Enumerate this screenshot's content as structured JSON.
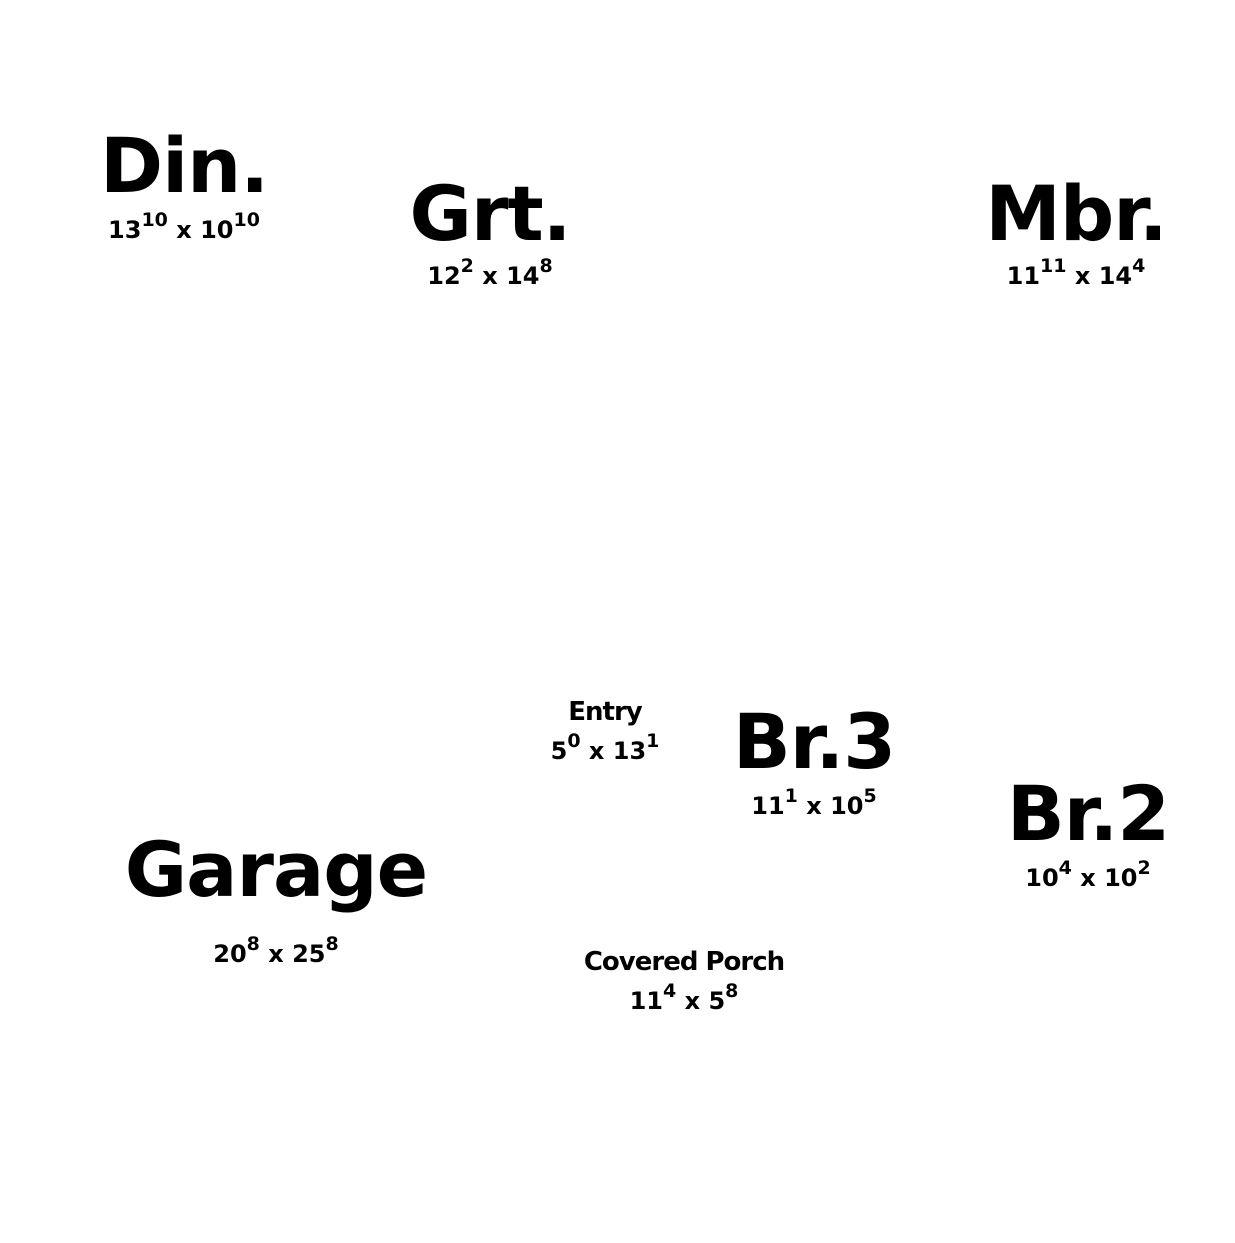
{
  "rooms": {
    "din": {
      "name": "Din.",
      "w_ft": "13",
      "w_in": "10",
      "x": "x",
      "l_ft": "10",
      "l_in": "10"
    },
    "grt": {
      "name": "Grt.",
      "w_ft": "12",
      "w_in": "2",
      "x": "x",
      "l_ft": "14",
      "l_in": "8"
    },
    "mbr": {
      "name": "Mbr.",
      "w_ft": "11",
      "w_in": "11",
      "x": "x",
      "l_ft": "14",
      "l_in": "4"
    },
    "entry": {
      "name": "Entry",
      "w_ft": "5",
      "w_in": "0",
      "x": "x",
      "l_ft": "13",
      "l_in": "1"
    },
    "br3": {
      "name": "Br.3",
      "w_ft": "11",
      "w_in": "1",
      "x": "x",
      "l_ft": "10",
      "l_in": "5"
    },
    "br2": {
      "name": "Br.2",
      "w_ft": "10",
      "w_in": "4",
      "x": "x",
      "l_ft": "10",
      "l_in": "2"
    },
    "garage": {
      "name": "Garage",
      "w_ft": "20",
      "w_in": "8",
      "x": "x",
      "l_ft": "25",
      "l_in": "8"
    },
    "porch": {
      "name": "Covered Porch",
      "w_ft": "11",
      "w_in": "4",
      "x": "x",
      "l_ft": "5",
      "l_in": "8"
    }
  }
}
